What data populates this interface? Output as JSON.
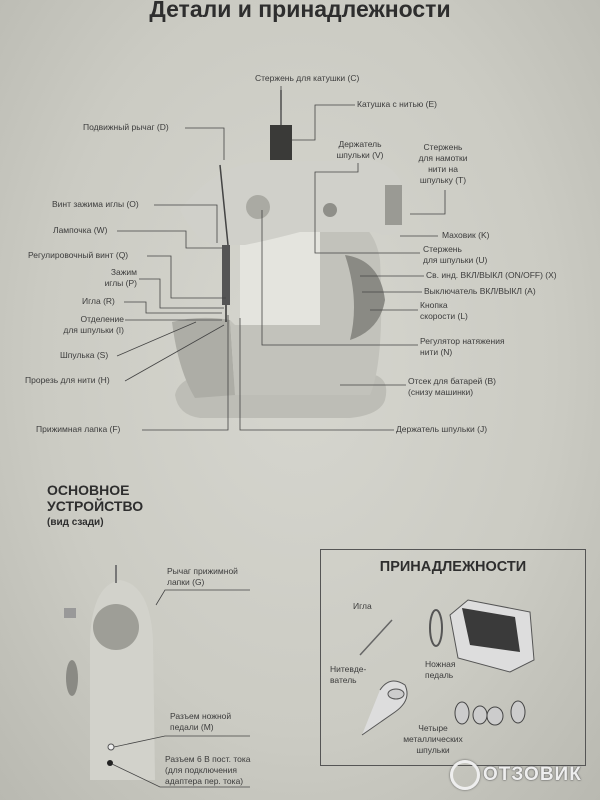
{
  "title": "Детали и принадлежности",
  "front_labels": {
    "C": "Стержень для катушки (C)",
    "E": "Катушка с нитью (E)",
    "D": "Подвижный рычаг (D)",
    "V": [
      "Держатель",
      "шпульки (V)"
    ],
    "T": [
      "Стержень",
      "для намотки",
      "нити на",
      "шпульку (T)"
    ],
    "O": "Винт зажима иглы (O)",
    "K": "Маховик (K)",
    "W": "Лампочка (W)",
    "U": [
      "Стержень",
      "для шпульки (U)"
    ],
    "Q": "Регулировочный винт (Q)",
    "X": "Св. инд. ВКЛ/ВЫКЛ (ON/OFF) (X)",
    "P": [
      "Зажим",
      "иглы (P)"
    ],
    "A": "Выключатель ВКЛ/ВЫКЛ (A)",
    "R": "Игла (R)",
    "L": [
      "Кнопка",
      "скорости (L)"
    ],
    "I": [
      "Отделение",
      "для шпульки (I)"
    ],
    "S": "Шпулька (S)",
    "N": [
      "Регулятор натяжения",
      "нити (N)"
    ],
    "H": "Прорезь для нити (H)",
    "B": [
      "Отсек для батарей (B)",
      "(снизу машинки)"
    ],
    "F": "Прижимная лапка (F)",
    "J": "Держатель шпульки (J)"
  },
  "back_view": {
    "title": [
      "ОСНОВНОЕ",
      "УСТРОЙСТВО"
    ],
    "subtitle": "(вид сзади)",
    "G": [
      "Рычаг прижимной",
      "лапки (G)"
    ],
    "M": [
      "Разъем ножной",
      "педали (M)"
    ],
    "dc": [
      "Разъем 6 В пост. тока",
      "(для подключения",
      "адаптера пер. тока)"
    ]
  },
  "accessories": {
    "title": "ПРИНАДЛЕЖНОСТИ",
    "needle": "Игла",
    "threader": [
      "Нитевде-",
      "ватель"
    ],
    "pedal": [
      "Ножная",
      "педаль"
    ],
    "bobbins": [
      "Четыре",
      "металлических",
      "шпульки"
    ]
  },
  "watermark": "ОТЗОВИК"
}
